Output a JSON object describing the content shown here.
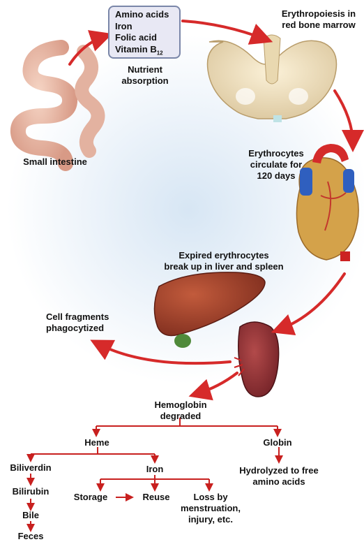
{
  "nutrients": {
    "items": [
      "Amino acids",
      "Iron",
      "Folic acid"
    ],
    "vitamin_prefix": "Vitamin B",
    "vitamin_sub": "12"
  },
  "labels": {
    "nutrient_absorption": "Nutrient\nabsorption",
    "erythropoiesis": "Erythropoiesis in\nred bone marrow",
    "small_intestine": "Small intestine",
    "circulate": "Erythrocytes\ncirculate for\n120 days",
    "expired": "Expired erythrocytes\nbreak up in liver and spleen",
    "fragments": "Cell fragments\nphagocytized",
    "hemoglobin": "Hemoglobin\ndegraded",
    "heme": "Heme",
    "globin": "Globin",
    "biliverdin": "Biliverdin",
    "iron": "Iron",
    "hydrolyzed": "Hydrolyzed to free\namino acids",
    "bilirubin": "Bilirubin",
    "storage": "Storage",
    "reuse": "Reuse",
    "loss": "Loss by\nmenstruation,\ninjury, etc.",
    "bile": "Bile",
    "feces": "Feces"
  },
  "colors": {
    "arrow": "#d62a2a",
    "tree": "#c8201f",
    "box_border": "#7a86a8",
    "box_fill": "#e8e8f4"
  }
}
